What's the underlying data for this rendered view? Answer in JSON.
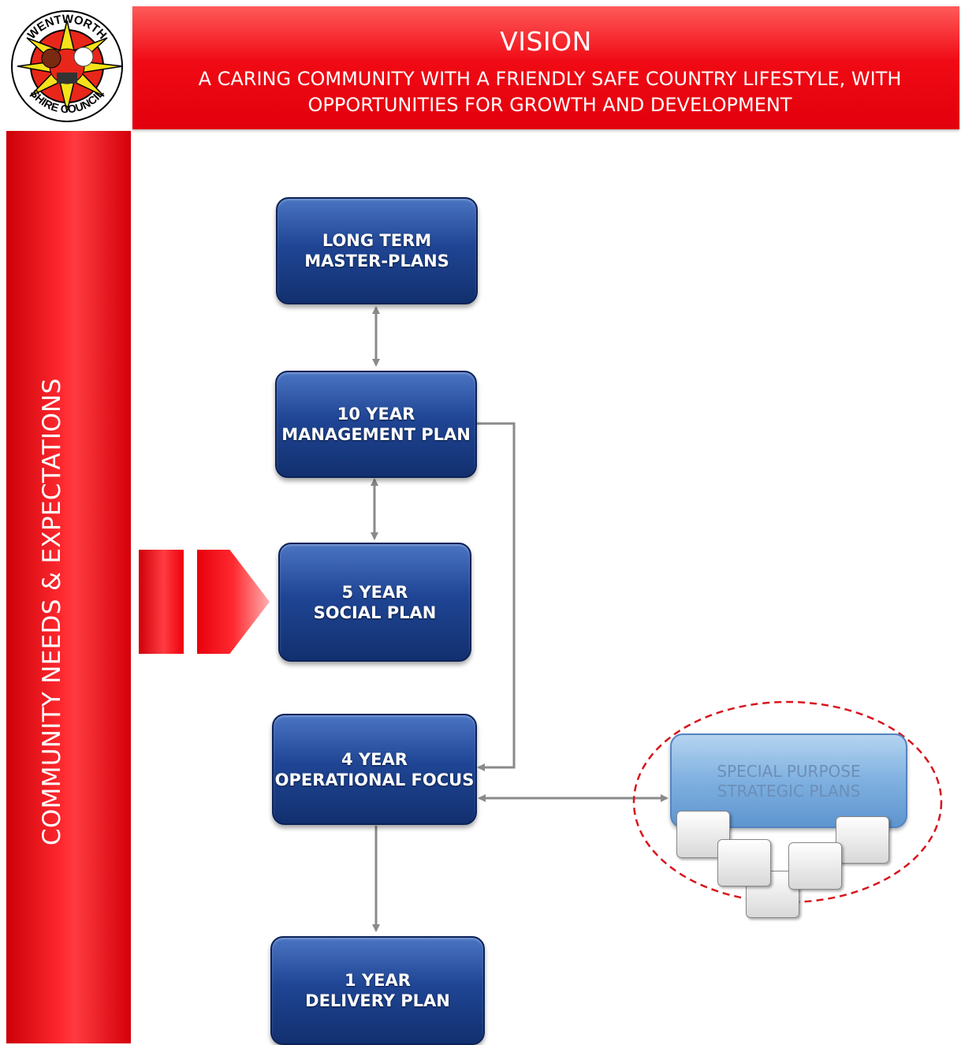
{
  "logo": {
    "text_top": "WENTWORTH",
    "text_bottom": "SHIRE COUNCIL",
    "colors": {
      "ring": "#ffffff",
      "outline": "#000000",
      "center": "#e8261a",
      "star": "#f5e21a"
    }
  },
  "vision": {
    "title": "VISION",
    "line1": "A CARING COMMUNITY WITH A FRIENDLY SAFE COUNTRY LIFESTYLE, WITH",
    "line2": "OPPORTUNITIES FOR GROWTH AND DEVELOPMENT"
  },
  "sidebar": {
    "label": "COMMUNITY NEEDS & EXPECTATIONS"
  },
  "nodes": {
    "long_term": {
      "line1": "LONG TERM",
      "line2": "MASTER-PLANS"
    },
    "ten_year": {
      "line1": "10 YEAR",
      "line2": "MANAGEMENT PLAN"
    },
    "five_year": {
      "line1": "5 YEAR",
      "line2": "SOCIAL PLAN"
    },
    "four_year": {
      "line1": "4 YEAR",
      "line2": "OPERATIONAL FOCUS"
    },
    "one_year": {
      "line1": "1 YEAR",
      "line2": "DELIVERY PLAN"
    },
    "special": {
      "line1": "SPECIAL PURPOSE",
      "line2": "STRATEGIC PLANS"
    }
  },
  "colors": {
    "banner_red": "#f00a14",
    "node_blue": "#1f4594",
    "special_blue": "#7fb0e0",
    "connector_gray": "#8a8a8a",
    "dashed_circle": "#d8141c"
  }
}
